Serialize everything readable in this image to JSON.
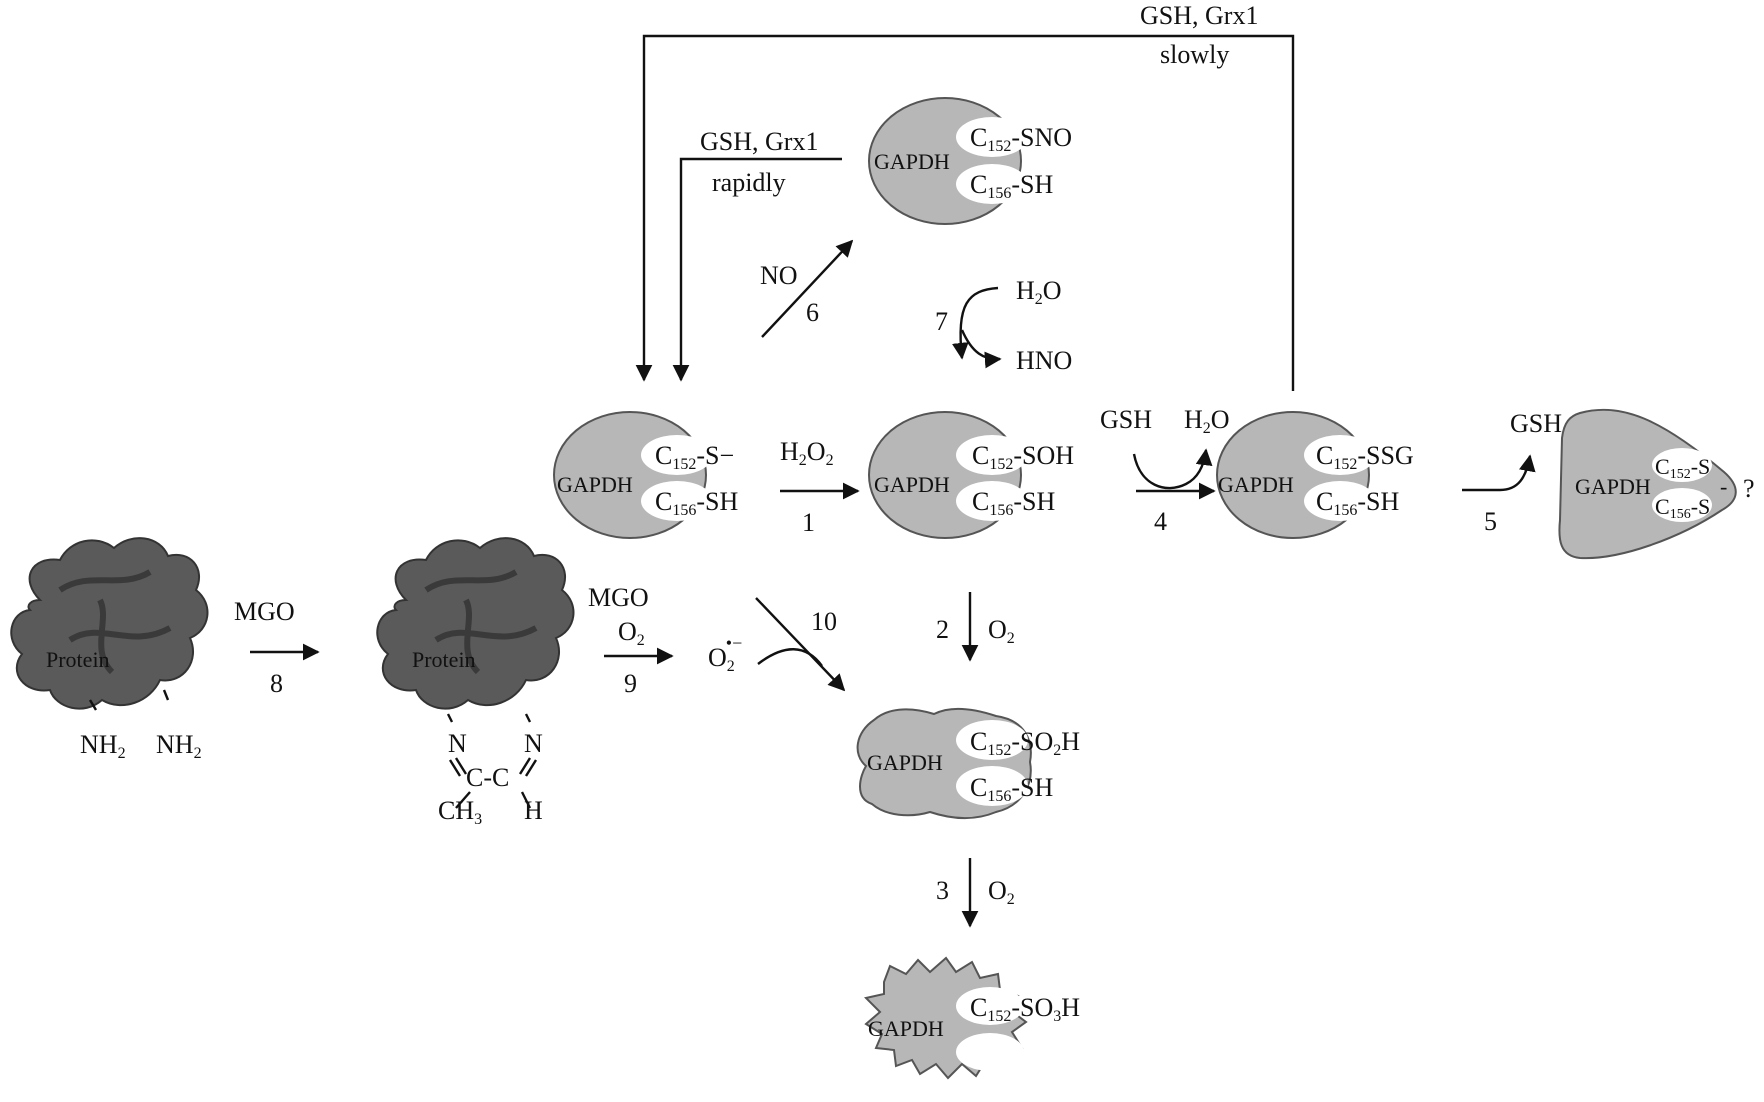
{
  "colors": {
    "enzyme_fill": "#b7b7b7",
    "enzyme_stroke": "#555555",
    "protein_fill": "#5a5a5a",
    "protein_dark": "#3a3a3a",
    "line": "#111111"
  },
  "top_loop": {
    "reagents": "GSH, Grx1",
    "speed": "slowly"
  },
  "inner_loop": {
    "reagents": "GSH, Grx1",
    "speed": "rapidly"
  },
  "enzymes": {
    "sno": {
      "name": "GAPDH",
      "c152": "C",
      "c152_sub": "152",
      "c152_group": "-SNO",
      "c156": "C",
      "c156_sub": "156",
      "c156_group": "-SH"
    },
    "thiolate": {
      "name": "GAPDH",
      "c152": "C",
      "c152_sub": "152",
      "c152_group": "-S−",
      "c156": "C",
      "c156_sub": "156",
      "c156_group": "-SH"
    },
    "soh": {
      "name": "GAPDH",
      "c152": "C",
      "c152_sub": "152",
      "c152_group": "-SOH",
      "c156": "C",
      "c156_sub": "156",
      "c156_group": "-SH"
    },
    "ssg": {
      "name": "GAPDH",
      "c152": "C",
      "c152_sub": "152",
      "c152_group": "-SSG",
      "c156": "C",
      "c156_sub": "156",
      "c156_group": "-SH"
    },
    "disulfide": {
      "name": "GAPDH",
      "c152": "C",
      "c152_sub": "152",
      "c152_group": "-S",
      "c156": "C",
      "c156_sub": "156",
      "c156_group": "-S",
      "bond": "-",
      "question": "?"
    },
    "so2h": {
      "name": "GAPDH",
      "c152": "C",
      "c152_sub": "152",
      "c152_group_a": "-SO",
      "c152_group_sub": "2",
      "c152_group_b": "H",
      "c156": "C",
      "c156_sub": "156",
      "c156_group": "-SH"
    },
    "so3h": {
      "name": "GAPDH",
      "c152": "C",
      "c152_sub": "152",
      "c152_group_a": "-SO",
      "c152_group_sub": "3",
      "c152_group_b": "H"
    }
  },
  "reactions": {
    "r1": {
      "reagent_a": "H",
      "reagent_sub1": "2",
      "reagent_b": "O",
      "reagent_sub2": "2",
      "number": "1"
    },
    "r2": {
      "number": "2",
      "reagent_a": "O",
      "reagent_sub": "2"
    },
    "r3": {
      "number": "3",
      "reagent_a": "O",
      "reagent_sub": "2"
    },
    "r4": {
      "number": "4",
      "in": "GSH",
      "out_a": "H",
      "out_sub": "2",
      "out_b": "O"
    },
    "r5": {
      "number": "5",
      "out": "GSH"
    },
    "r6": {
      "reagent": "NO",
      "number": "6"
    },
    "r7": {
      "number": "7",
      "in_a": "H",
      "in_sub": "2",
      "in_b": "O",
      "out": "HNO"
    },
    "r8": {
      "reagent": "MGO",
      "number": "8"
    },
    "r9": {
      "reagent": "MGO",
      "reagent2_a": "O",
      "reagent2_sub": "2",
      "number": "9"
    },
    "r10": {
      "number": "10",
      "radical_a": "O",
      "radical_sub": "2",
      "radical_sup": "•−"
    }
  },
  "proteins": {
    "p1": {
      "label": "Protein",
      "amine_a": "NH",
      "amine_sub": "2",
      "amine2_a": "NH",
      "amine2_sub": "2"
    },
    "p2": {
      "label": "Protein",
      "n1": "N",
      "n2": "N",
      "chain": "C-C",
      "ch3_a": "CH",
      "ch3_sub": "3",
      "h": "H"
    }
  }
}
